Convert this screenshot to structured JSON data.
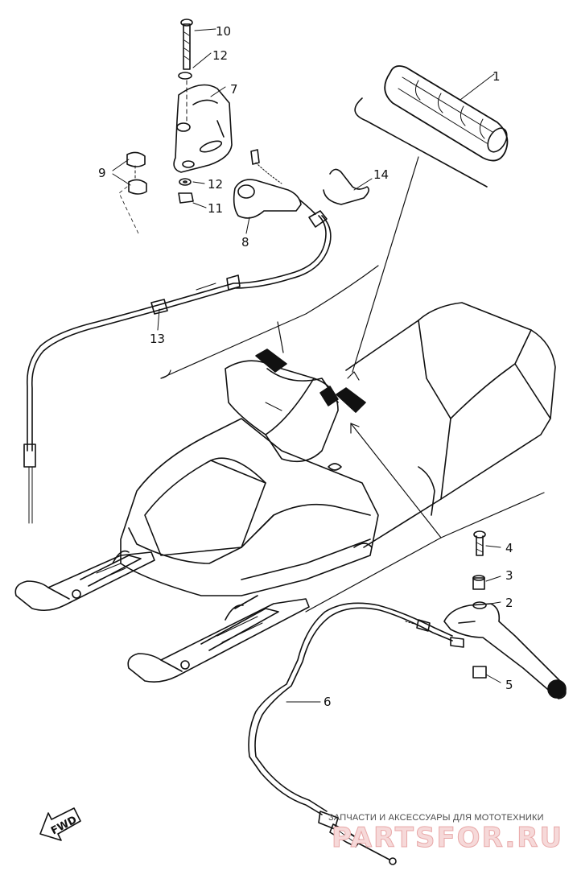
{
  "callouts": {
    "c1": "1",
    "c2": "2",
    "c3": "3",
    "c4": "4",
    "c5": "5",
    "c6": "6",
    "c7": "7",
    "c8": "8",
    "c9": "9",
    "c10": "10",
    "c11": "11",
    "c12a": "12",
    "c12b": "12",
    "c13": "13",
    "c14": "14"
  },
  "direction_label": "FWD",
  "watermark": {
    "caption": "ЗАПЧАСТИ И АКСЕССУАРЫ ДЛЯ МОТОТЕХНИКИ",
    "brand": "PARTSFOR.RU"
  }
}
